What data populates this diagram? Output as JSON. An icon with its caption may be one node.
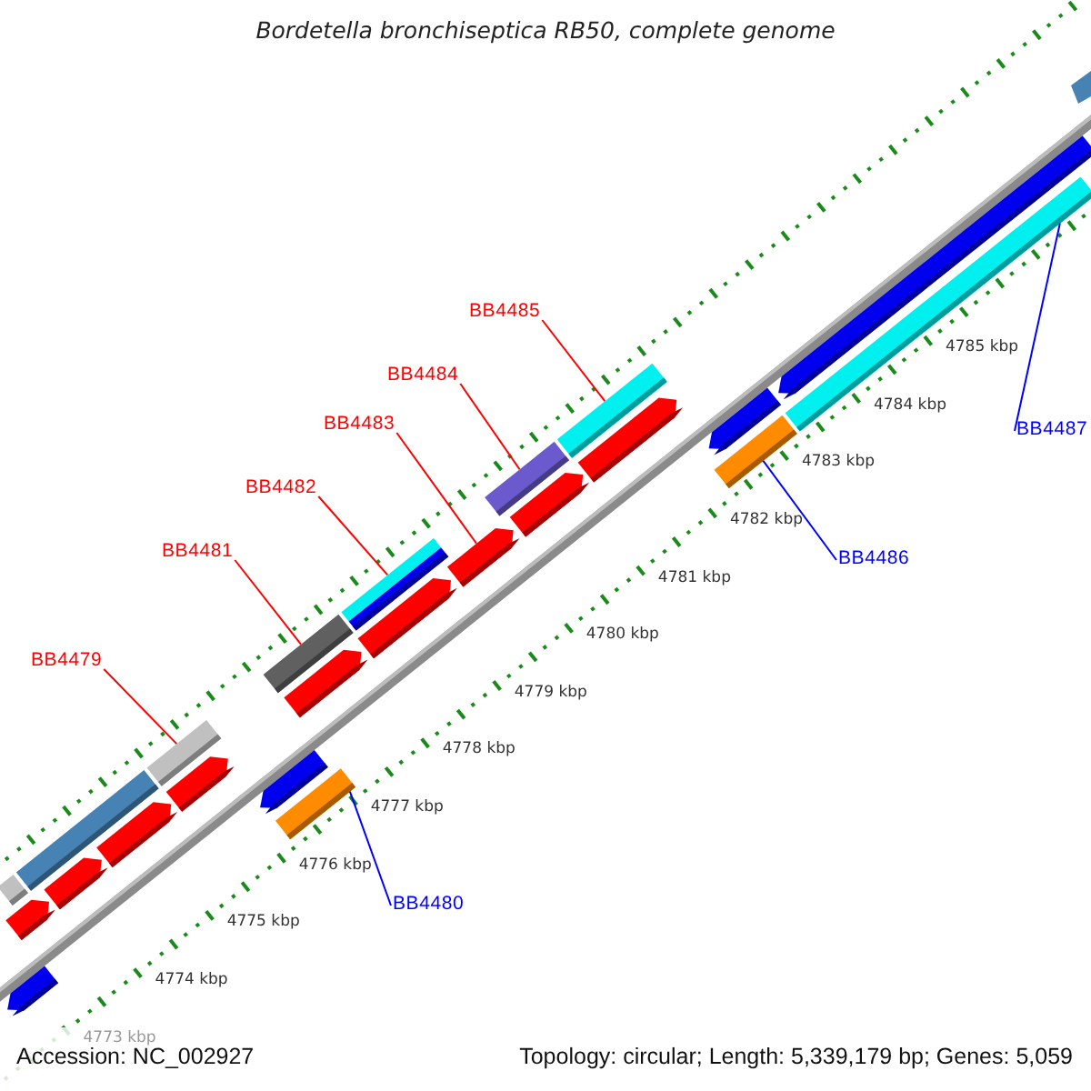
{
  "diagram": {
    "title": "Bordetella bronchiseptica RB50, complete genome",
    "nodes": [
      {
        "text": [
          "BB4485"
        ]
      },
      {
        "text": [],
        "shape": "bar"
      },
      {
        "text": [
          "BB4484"
        ]
      },
      {
        "text": [],
        "shape": "bar"
      },
      {
        "text": [
          "BB4483"
        ]
      },
      {
        "text": [],
        "shape": "arrow"
      },
      {
        "text": [
          "BB4487"
        ]
      },
      {
        "text": [],
        "shape": "bar"
      },
      {
        "text": [
          "BB4482"
        ]
      },
      {
        "text": [],
        "shape": "bar"
      },
      {
        "text": [
          "BB4481"
        ]
      },
      {
        "text": [],
        "shape": "bar"
      },
      {
        "text": [
          "BB4486"
        ]
      },
      {
        "text": [],
        "shape": "bar"
      },
      {
        "text": [
          "BB4479"
        ]
      },
      {
        "text": [],
        "shape": "bar"
      },
      {
        "text": [
          "BB4480"
        ]
      },
      {
        "text": [],
        "shape": "bar"
      },
      {
        "text": [],
        "shape": "arrow"
      },
      {
        "text": [],
        "shape": "bar"
      },
      {
        "text": [],
        "shape": "arrow"
      },
      {
        "text": [],
        "shape": "bar"
      },
      {
        "text": [],
        "shape": "arrow"
      },
      {
        "text": [],
        "shape": "arrow"
      },
      {
        "text": [],
        "shape": "arrow"
      },
      {
        "text": [],
        "shape": "arrow"
      },
      {
        "text": [],
        "shape": "arrow"
      },
      {
        "text": [],
        "shape": "arrow"
      },
      {
        "text": [],
        "shape": "arrow"
      },
      {
        "text": [],
        "shape": "arrow"
      },
      {
        "text": [],
        "shape": "arrow"
      },
      {
        "text": [],
        "shape": "arrow"
      },
      {
        "text": [],
        "shape": "bar"
      }
    ],
    "edges": [
      {
        "from": 0,
        "to": 1,
        "arrow": "none"
      },
      {
        "from": 2,
        "to": 3,
        "arrow": "none"
      },
      {
        "from": 4,
        "to": 5,
        "arrow": "none"
      },
      {
        "from": 6,
        "to": 7,
        "arrow": "none",
        "color": "#0000ff"
      },
      {
        "from": 8,
        "to": 9,
        "arrow": "none"
      },
      {
        "from": 10,
        "to": 11,
        "arrow": "none"
      },
      {
        "from": 12,
        "to": 13,
        "arrow": "none",
        "color": "#0000ff"
      },
      {
        "from": 14,
        "to": 15,
        "arrow": "none"
      },
      {
        "from": 16,
        "to": 17,
        "arrow": "none",
        "color": "#0000ff"
      }
    ],
    "labels": [
      "4785 kbp",
      "4784 kbp",
      "4783 kbp",
      "4782 kbp",
      "4781 kbp",
      "4780 kbp",
      "4779 kbp",
      "4778 kbp",
      "4777 kbp",
      "4776 kbp",
      "4775 kbp",
      "4774 kbp",
      "4773 kbp",
      "Accession: NC_002927",
      "Topology: circular; Length: 5,339,179 bp; Genes: 5,059"
    ]
  }
}
